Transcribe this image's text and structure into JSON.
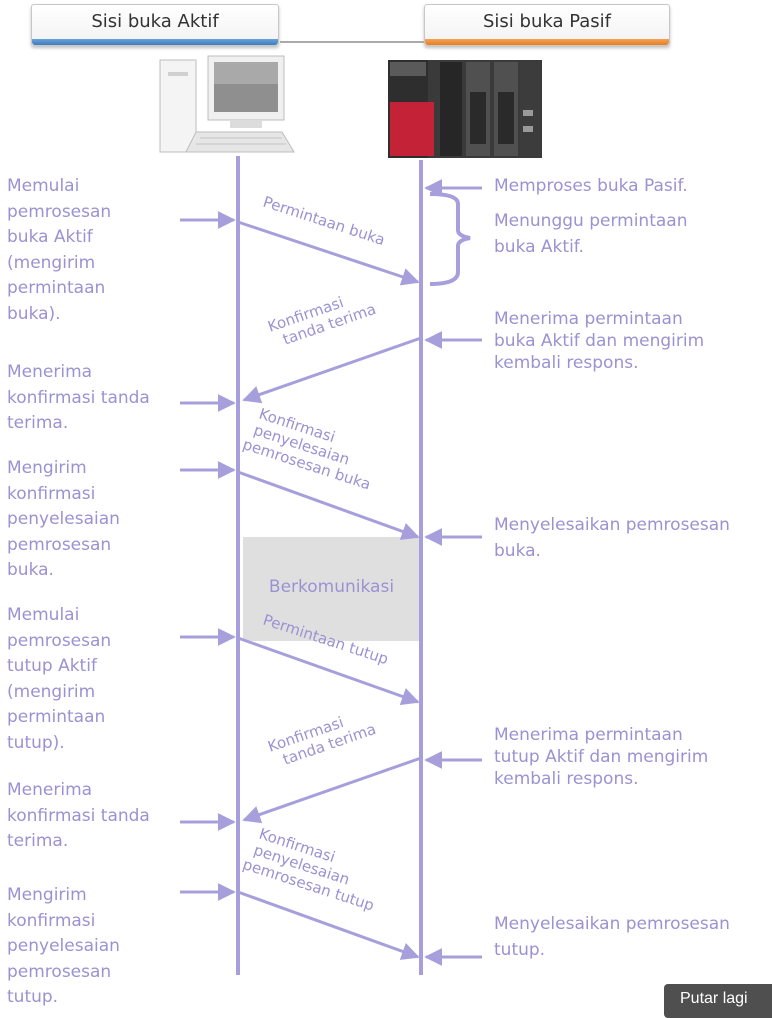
{
  "headers": {
    "active": "Sisi buka Aktif",
    "passive": "Sisi buka Pasif"
  },
  "left_labels": {
    "start_open": "Memulai\npemrosesan\nbuka Aktif\n(mengirim\npermintaan\nbuka).",
    "recv_ack_1": "Menerima\nkonfirmasi tanda\nterima.",
    "send_open_done": "Mengirim\nkonfirmasi\npenyelesaian\npemrosesan\nbuka.",
    "start_close": "Memulai\npemrosesan\ntutup Aktif\n(mengirim\npermintaan\ntutup).",
    "recv_ack_2": "Menerima\nkonfirmasi tanda\nterima.",
    "send_close_done": "Mengirim\nkonfirmasi\npenyelesaian\npemrosesan\ntutup."
  },
  "right_labels": {
    "passive_open": "Memproses buka Pasif.",
    "wait_request": "Menunggu permintaan\nbuka Aktif.",
    "recv_open_req": "Menerima permintaan\nbuka Aktif dan mengirim\nkembali respons.",
    "finish_open": "Menyelesaikan pemrosesan\nbuka.",
    "recv_close_req": "Menerima permintaan\ntutup Aktif dan mengirim\nkembali respons.",
    "finish_close": "Menyelesaikan pemrosesan\ntutup."
  },
  "messages": {
    "open_request": "Permintaan buka",
    "ack_1": [
      "Konfirmasi",
      "tanda terima"
    ],
    "open_complete": [
      "Konfirmasi",
      "penyelesaian",
      "pemrosesan buka"
    ],
    "close_request": "Permintaan tutup",
    "ack_2": [
      "Konfirmasi",
      "tanda terima"
    ],
    "close_complete": [
      "Konfirmasi",
      "penyelesaian",
      "pemrosesan tutup"
    ]
  },
  "communicating": "Berkomunikasi",
  "replay_button": "Putar lagi",
  "colors": {
    "lines": "#a79fdb",
    "text": "#9b92d2",
    "comm_box": "#dfdfdf"
  }
}
